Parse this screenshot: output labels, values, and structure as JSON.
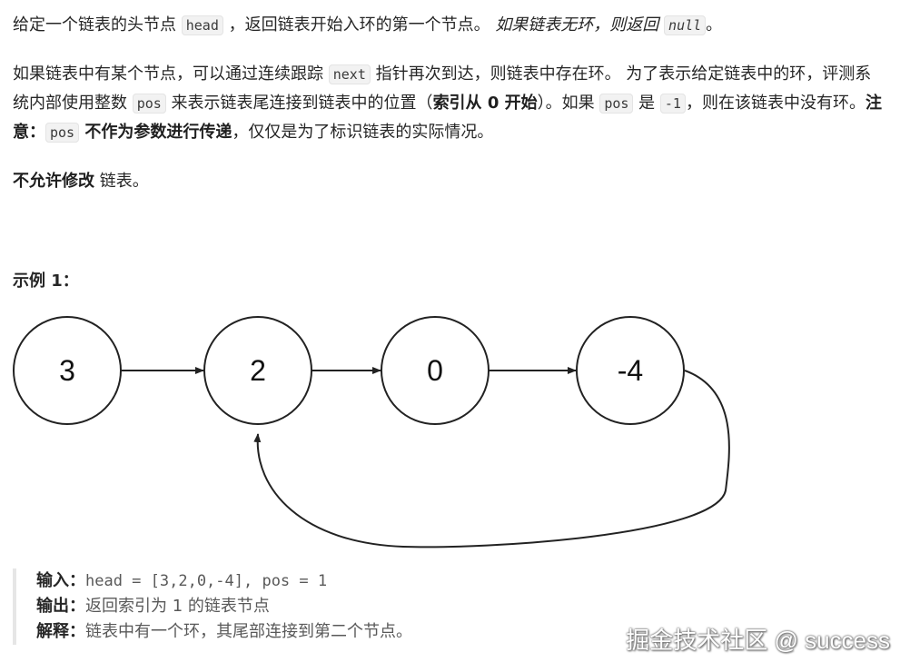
{
  "paragraph1": {
    "t1": "给定一个链表的头节点 ",
    "c1": "head",
    "t2": " ，返回链表开始入环的第一个节点。 ",
    "em1": "如果链表无环，则返回 ",
    "c2": "null",
    "t3": "。"
  },
  "paragraph2": {
    "t1": "如果链表中有某个节点，可以通过连续跟踪 ",
    "c1": "next",
    "t2": " 指针再次到达，则链表中存在环。 为了表示给定链表中的环，评测系统内部使用整数 ",
    "c2": "pos",
    "t3": " 来表示链表尾连接到链表中的位置（",
    "b1": "索引从 0 开始",
    "t4": "）。如果 ",
    "c3": "pos",
    "t5": " 是 ",
    "c4": "-1",
    "t6": "，则在该链表中没有环。",
    "b2": "注意：",
    "c5": "pos",
    "b3": " 不作为参数进行传递",
    "t7": "，仅仅是为了标识链表的实际情况。"
  },
  "paragraph3": {
    "b1": "不允许修改",
    "t1": " 链表。"
  },
  "example": {
    "title": "示例 1："
  },
  "diagram": {
    "nodes": [
      "3",
      "2",
      "0",
      "-4"
    ],
    "cycle_from_index": 3,
    "cycle_to_index": 1,
    "stroke_color": "#222222"
  },
  "io": {
    "input_label": "输入：",
    "input_value": "head = [3,2,0,-4], pos = 1",
    "output_label": "输出：",
    "output_value": "返回索引为 1 的链表节点",
    "explain_label": "解释：",
    "explain_value": "链表中有一个环，其尾部连接到第二个节点。"
  },
  "watermark": "掘金技术社区 @ success"
}
